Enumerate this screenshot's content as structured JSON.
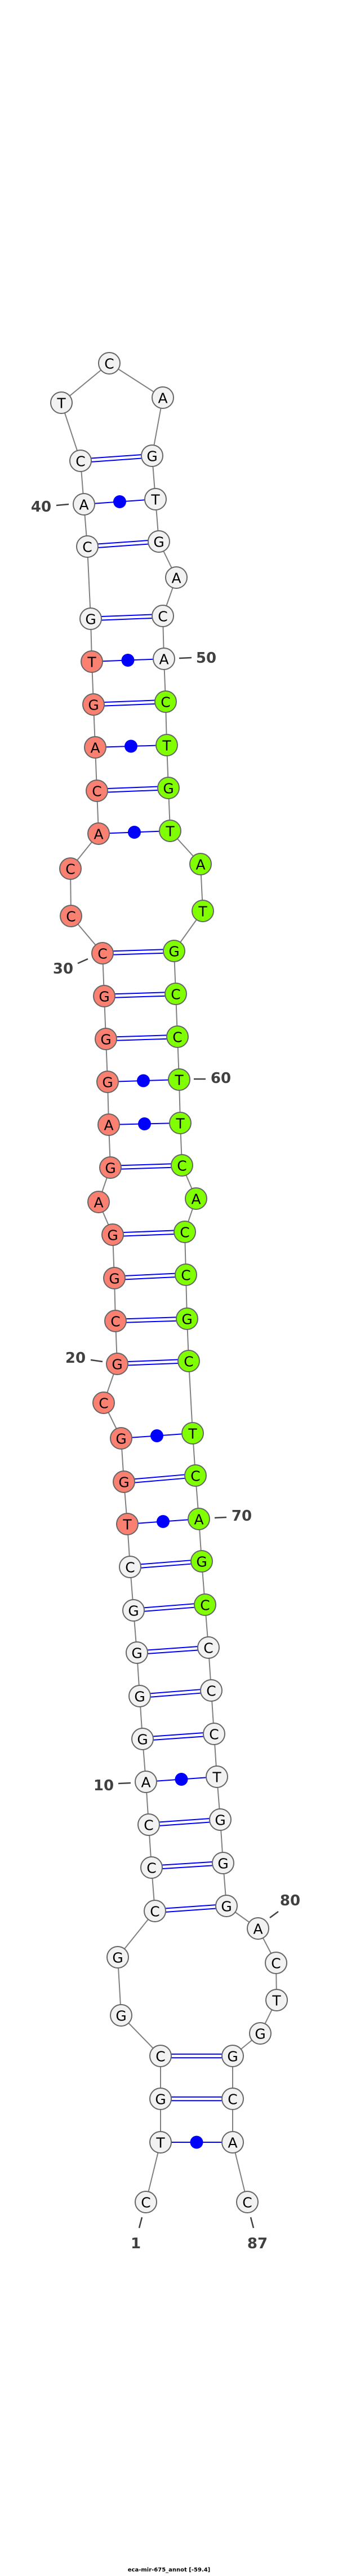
{
  "title": "eca-mir-675_annot [-59.4]",
  "sequence": "CTGCGGCCCAGGGGCTGGCGCGGAGAGGGCCCACAGTGCACTCAGTGACACTGTATGCCTTCACCGCTCAGCCCCTGGGACTGGCAC",
  "colors": {
    "default": "#f2f2f2",
    "red_region": "#fa8072",
    "green_region": "#7fff00",
    "bond": "#0000ff",
    "backbone": "#808080"
  },
  "highlight_regions": [
    {
      "name": "red_region",
      "start": 16,
      "end": 37
    },
    {
      "name": "green_region",
      "start": 51,
      "end": 72
    }
  ],
  "pairs": [
    [
      2,
      86,
      "dot"
    ],
    [
      3,
      85,
      "line"
    ],
    [
      4,
      84,
      "line"
    ],
    [
      7,
      79,
      "line"
    ],
    [
      8,
      78,
      "line"
    ],
    [
      9,
      77,
      "line"
    ],
    [
      10,
      76,
      "dot"
    ],
    [
      11,
      75,
      "line"
    ],
    [
      12,
      74,
      "line"
    ],
    [
      13,
      73,
      "line"
    ],
    [
      14,
      72,
      "line"
    ],
    [
      15,
      71,
      "line"
    ],
    [
      16,
      70,
      "dot"
    ],
    [
      17,
      69,
      "line"
    ],
    [
      18,
      68,
      "dot"
    ],
    [
      20,
      67,
      "line"
    ],
    [
      21,
      66,
      "line"
    ],
    [
      22,
      65,
      "line"
    ],
    [
      23,
      64,
      "line"
    ],
    [
      25,
      62,
      "line"
    ],
    [
      26,
      61,
      "dot"
    ],
    [
      27,
      60,
      "dot"
    ],
    [
      28,
      59,
      "line"
    ],
    [
      29,
      58,
      "line"
    ],
    [
      30,
      57,
      "line"
    ],
    [
      33,
      54,
      "dot"
    ],
    [
      34,
      53,
      "line"
    ],
    [
      35,
      52,
      "dot"
    ],
    [
      36,
      51,
      "line"
    ],
    [
      37,
      50,
      "dot"
    ],
    [
      38,
      49,
      "line"
    ],
    [
      39,
      47,
      "line"
    ],
    [
      40,
      46,
      "dot"
    ],
    [
      41,
      45,
      "line"
    ]
  ],
  "position_labels": [
    "1",
    "10",
    "20",
    "30",
    "40",
    "50",
    "60",
    "70",
    "80",
    "87"
  ]
}
